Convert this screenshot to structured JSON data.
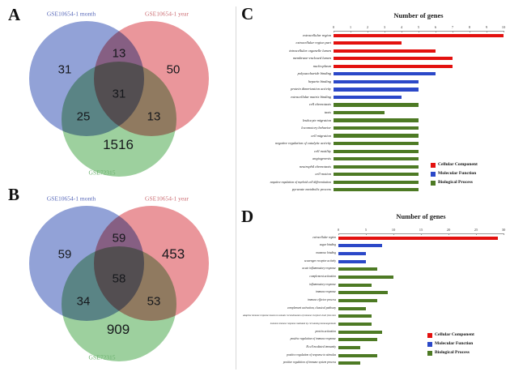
{
  "panels": {
    "a": {
      "letter": "A"
    },
    "b": {
      "letter": "B"
    },
    "c": {
      "letter": "C"
    },
    "d": {
      "letter": "D"
    }
  },
  "venn_a": {
    "sets": {
      "blue": "GSE10654-1 month",
      "red": "GSE10654-1 year",
      "green": "GSE72315"
    },
    "regions": {
      "blue_only": "31",
      "red_only": "50",
      "green_only": "1516",
      "blue_red": "13",
      "blue_green": "25",
      "red_green": "13",
      "all_three": "31"
    }
  },
  "venn_b": {
    "sets": {
      "blue": "GSE10654-1 month",
      "red": "GSE10654-1 year",
      "green": "GSE72315"
    },
    "regions": {
      "blue_only": "59",
      "red_only": "453",
      "green_only": "909",
      "blue_red": "59",
      "blue_green": "34",
      "red_green": "53",
      "all_three": "58"
    }
  },
  "legend": {
    "items": [
      {
        "key": "cc",
        "label": "Cellular Component",
        "color": "#e3110f"
      },
      {
        "key": "mf",
        "label": "Molecular Function",
        "color": "#2b48c8"
      },
      {
        "key": "bp",
        "label": "Biological Process",
        "color": "#4d7a24"
      }
    ]
  },
  "chart_data": [
    {
      "panel": "C",
      "type": "bar",
      "orientation": "horizontal",
      "title": "Number of genes",
      "xlabel": "Number of genes",
      "ylabel": "",
      "xlim": [
        0,
        10
      ],
      "xticks": [
        "0",
        "1",
        "2",
        "3",
        "4",
        "5",
        "6",
        "7",
        "8",
        "9",
        "10"
      ],
      "grid": false,
      "legend_position": "bottom-right",
      "categories": [
        "extracellular region",
        "extracellular region part",
        "intracellular organelle lumen",
        "membrane-enclosed lumen",
        "nucleoplasm",
        "polysaccharide binding",
        "heparin binding",
        "protein dimerization activity",
        "extracellular matrix binding",
        "cell chemotaxis",
        "taxis",
        "leukocyte migration",
        "locomotory behavior",
        "cell migration",
        "negative regulation of catalytic activity",
        "cell motility",
        "angiogenesis",
        "neutrophil chemotaxis",
        "cell motion",
        "negative regulation of myeloid cell differentiation",
        "pyruvate metabolic process"
      ],
      "groups": [
        "cc",
        "cc",
        "cc",
        "cc",
        "cc",
        "mf",
        "mf",
        "mf",
        "mf",
        "bp",
        "bp",
        "bp",
        "bp",
        "bp",
        "bp",
        "bp",
        "bp",
        "bp",
        "bp",
        "bp",
        "bp"
      ],
      "values": [
        10,
        4,
        6,
        7,
        7,
        6,
        5,
        5,
        4,
        5,
        3,
        5,
        5,
        5,
        5,
        5,
        5,
        5,
        5,
        5,
        5
      ]
    },
    {
      "panel": "D",
      "type": "bar",
      "orientation": "horizontal",
      "title": "Number of genes",
      "xlabel": "Number of genes",
      "ylabel": "",
      "xlim": [
        0,
        30
      ],
      "xticks": [
        "0",
        "5",
        "10",
        "15",
        "20",
        "25",
        "30"
      ],
      "grid": false,
      "legend_position": "bottom-right",
      "categories": [
        "extracellular region",
        "sugar binding",
        "mannose binding",
        "scavenger receptor activity",
        "acute inflammatory response",
        "complement activation",
        "inflammatory response",
        "immune response",
        "immune effector process",
        "complement activation, classical pathway",
        "adaptive immune response based on somatic recombination of immune receptors built from immunoglobulin superfamily domains",
        "humoral immune response mediated by circulating immunoglobulin",
        "protein activation",
        "positive regulation of immune response",
        "B cell mediated immunity",
        "positive regulation of response to stimulus",
        "positive regulation of immune system process"
      ],
      "groups": [
        "cc",
        "mf",
        "mf",
        "mf",
        "bp",
        "bp",
        "bp",
        "bp",
        "bp",
        "bp",
        "bp",
        "bp",
        "bp",
        "bp",
        "bp",
        "bp",
        "bp"
      ],
      "values": [
        29,
        8,
        5,
        5,
        7,
        10,
        6,
        9,
        7,
        5,
        6,
        6,
        8,
        7,
        4,
        7,
        4
      ]
    }
  ]
}
